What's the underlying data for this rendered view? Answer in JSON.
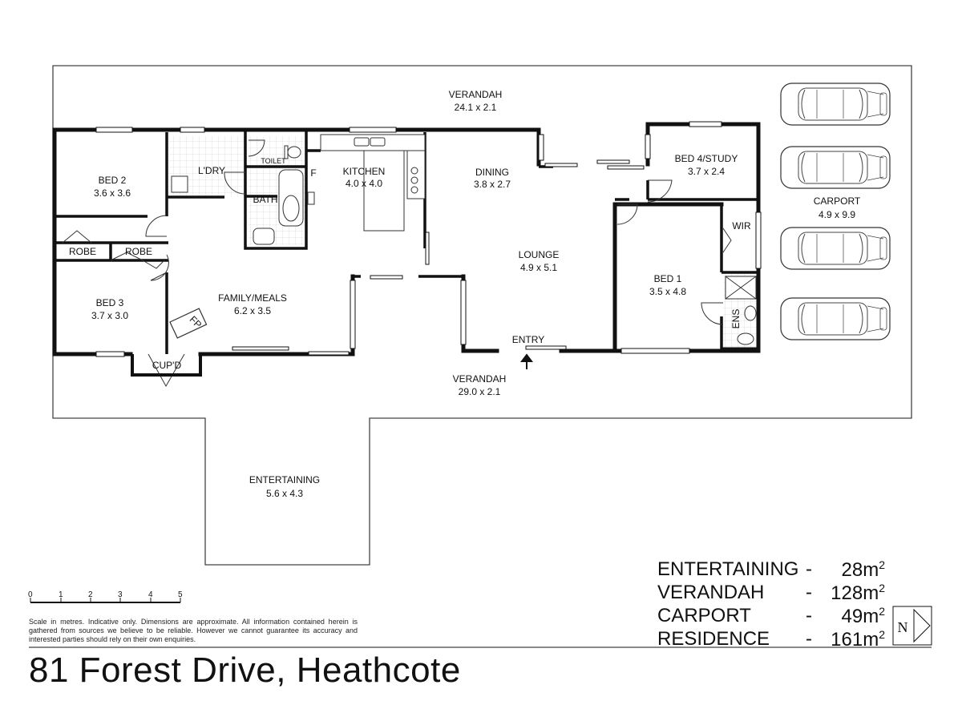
{
  "rooms": {
    "verandah_top": {
      "name": "VERANDAH",
      "dims": "24.1 x 2.1"
    },
    "bed2": {
      "name": "BED 2",
      "dims": "3.6 x 3.6"
    },
    "ldry": {
      "name": "L'DRY"
    },
    "toilet": {
      "name": "TOILET"
    },
    "bath": {
      "name": "BATH"
    },
    "fridge": {
      "name": "F"
    },
    "kitchen": {
      "name": "KITCHEN",
      "dims": "4.0 x 4.0"
    },
    "dining": {
      "name": "DINING",
      "dims": "3.8 x 2.7"
    },
    "bed4": {
      "name": "BED 4/STUDY",
      "dims": "3.7 x 2.4"
    },
    "carport": {
      "name": "CARPORT",
      "dims": "4.9 x 9.9"
    },
    "wir": {
      "name": "WIR"
    },
    "robe1": {
      "name": "ROBE"
    },
    "robe2": {
      "name": "ROBE"
    },
    "lounge": {
      "name": "LOUNGE",
      "dims": "4.9 x 5.1"
    },
    "bed1": {
      "name": "BED 1",
      "dims": "3.5 x 4.8"
    },
    "bed3": {
      "name": "BED 3",
      "dims": "3.7 x 3.0"
    },
    "family": {
      "name": "FAMILY/MEALS",
      "dims": "6.2 x 3.5"
    },
    "fp": {
      "name": "FP"
    },
    "ens": {
      "name": "ENS"
    },
    "entry": {
      "name": "ENTRY"
    },
    "cupd": {
      "name": "CUP'D"
    },
    "verandah_bottom": {
      "name": "VERANDAH",
      "dims": "29.0 x 2.1"
    },
    "entertaining": {
      "name": "ENTERTAINING",
      "dims": "5.6 x 4.3"
    }
  },
  "areas": [
    {
      "label": "ENTERTAINING",
      "dash": "-",
      "value": "28m",
      "unit_sup": "2"
    },
    {
      "label": "VERANDAH",
      "dash": "-",
      "value": "128m",
      "unit_sup": "2"
    },
    {
      "label": "CARPORT",
      "dash": "-",
      "value": "49m",
      "unit_sup": "2"
    },
    {
      "label": "RESIDENCE",
      "dash": "-",
      "value": "161m",
      "unit_sup": "2"
    }
  ],
  "scale": {
    "ticks": [
      "0",
      "1",
      "2",
      "3",
      "4",
      "5"
    ]
  },
  "disclaimer": "Scale in metres. Indicative only. Dimensions are approximate. All information contained herein is gathered from sources we believe to be reliable. However we cannot guarantee its accuracy and interested parties should rely on their own enquiries.",
  "compass": {
    "letter": "N"
  },
  "address": "81 Forest Drive, Heathcote"
}
